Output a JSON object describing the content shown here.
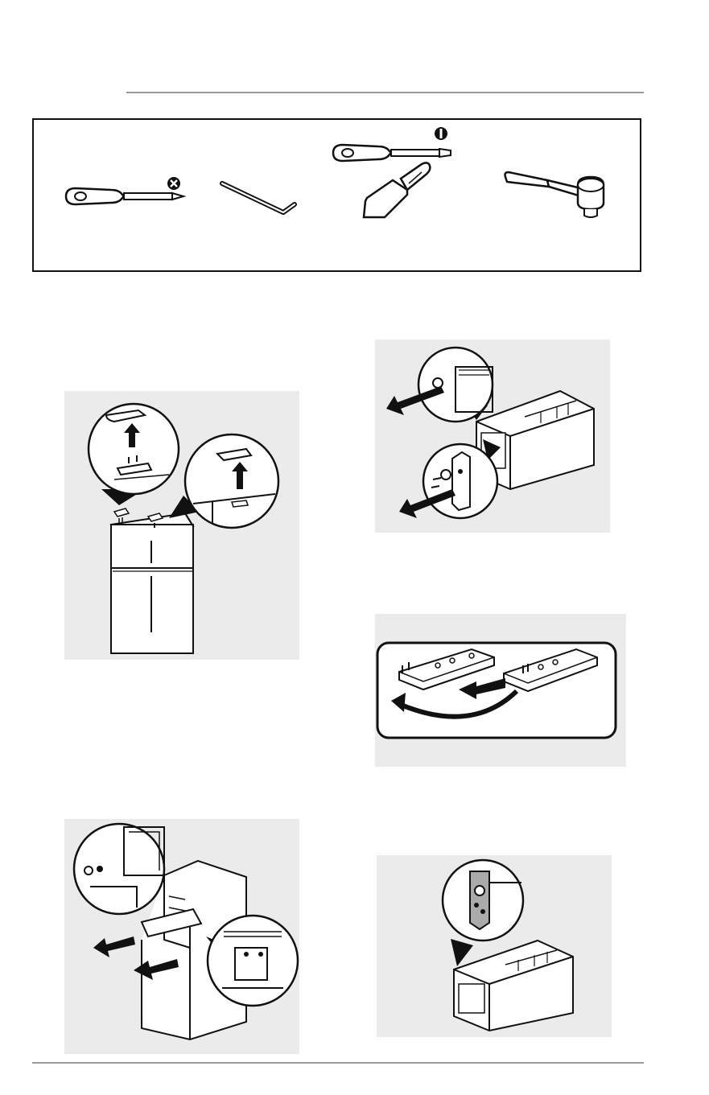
{
  "page": {
    "background": "#ffffff",
    "panel_background": "#ebebeb",
    "line_color": "#111111",
    "rule_color": "#9a9a9a"
  },
  "tools": [
    {
      "icon": "phillips-screwdriver-icon"
    },
    {
      "icon": "hex-key-icon"
    },
    {
      "icon": "flat-screwdriver-icon"
    },
    {
      "icon": "putty-knife-icon"
    },
    {
      "icon": "socket-wrench-icon"
    }
  ],
  "figures": [
    {
      "icon": "remove-hinge-cover-illustration"
    },
    {
      "icon": "remove-crisper-drawer-illustration"
    },
    {
      "icon": "move-hinge-bracket-illustration"
    },
    {
      "icon": "remove-doors-illustration"
    },
    {
      "icon": "reinstall-drawer-hinge-illustration"
    }
  ]
}
